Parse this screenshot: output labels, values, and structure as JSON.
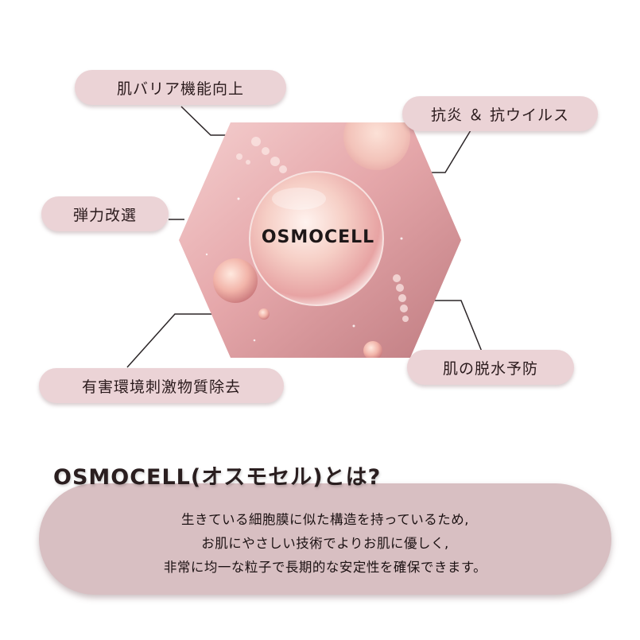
{
  "features": {
    "barrier": "肌バリア機能向上",
    "anti": "抗炎 ＆ 抗ウイルス",
    "elastic": "弾力改選",
    "hydration": "肌の脱水予防",
    "harmful": "有害環境刺激物質除去"
  },
  "center_label": "OSMOCELL",
  "info": {
    "heading": "OSMOCELL(オスモセル)とは?",
    "lines": [
      "生きている細胞膜に似た構造を持っているため,",
      "お肌にやさしい技術でよりお肌に優しく,",
      "非常に均一な粒子で長期的な安定性を確保できます。"
    ]
  },
  "colors": {
    "pill_bg": "#ebd3d6",
    "hex_light": "#f3c9c8",
    "hex_dark": "#c98a8e",
    "connector": "#2b2527",
    "info_bg": "#d8bfc2",
    "text": "#2a1a1c"
  }
}
